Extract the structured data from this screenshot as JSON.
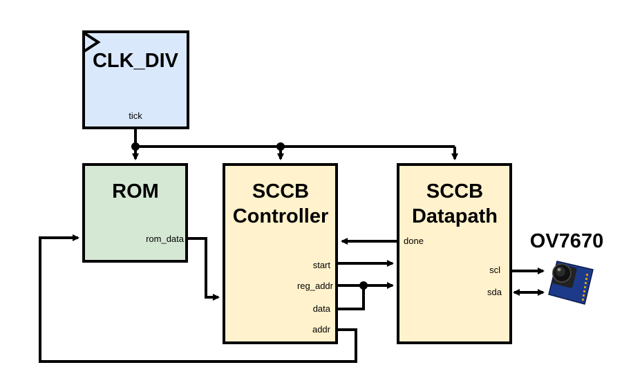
{
  "blocks": {
    "clk_div": {
      "title": "CLK_DIV",
      "port_tick": "tick",
      "fill": "#dae8fc"
    },
    "rom": {
      "title": "ROM",
      "port_rom_data": "rom_data",
      "fill": "#d5e8d4"
    },
    "controller": {
      "title_line1": "SCCB",
      "title_line2": "Controller",
      "port_start": "start",
      "port_reg_addr": "reg_addr",
      "port_data": "data",
      "port_addr": "addr",
      "fill": "#fff2cc"
    },
    "datapath": {
      "title_line1": "SCCB",
      "title_line2": "Datapath",
      "port_done": "done",
      "port_scl": "scl",
      "port_sda": "sda",
      "fill": "#fff2cc"
    }
  },
  "camera": {
    "label": "OV7670"
  }
}
